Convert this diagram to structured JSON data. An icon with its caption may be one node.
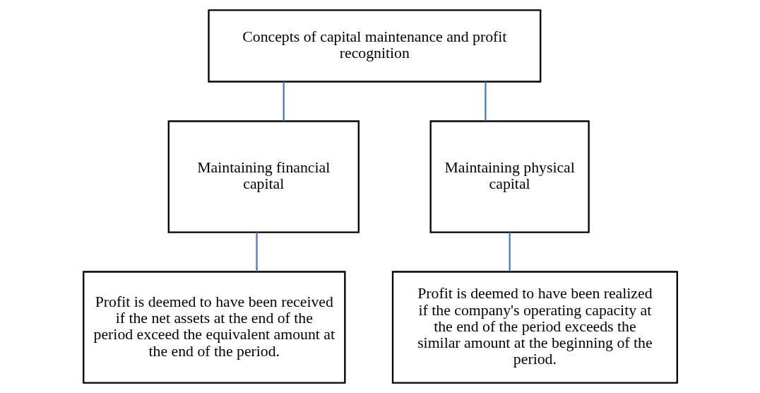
{
  "diagram": {
    "nodes": [
      {
        "text": [
          "Concepts of capital maintenance and profit recognition"
        ]
      },
      {
        "text": [
          "Maintaining financial capital"
        ]
      },
      {
        "text": [
          "Maintaining physical capital"
        ]
      },
      {
        "text": [
          "Profit is deemed to have been received if the net assets at the end of the period exceed the equivalent amount at the end of the period."
        ]
      },
      {
        "text": [
          "Profit is deemed to have been realized if the company's operating capacity at the end of the period exceeds the similar amount at the beginning of the period."
        ]
      }
    ],
    "edges": [
      {
        "from": 0,
        "to": 1,
        "arrow": "none"
      },
      {
        "from": 0,
        "to": 2,
        "arrow": "none"
      },
      {
        "from": 1,
        "to": 3,
        "arrow": "none"
      },
      {
        "from": 2,
        "to": 4,
        "arrow": "none"
      }
    ]
  }
}
